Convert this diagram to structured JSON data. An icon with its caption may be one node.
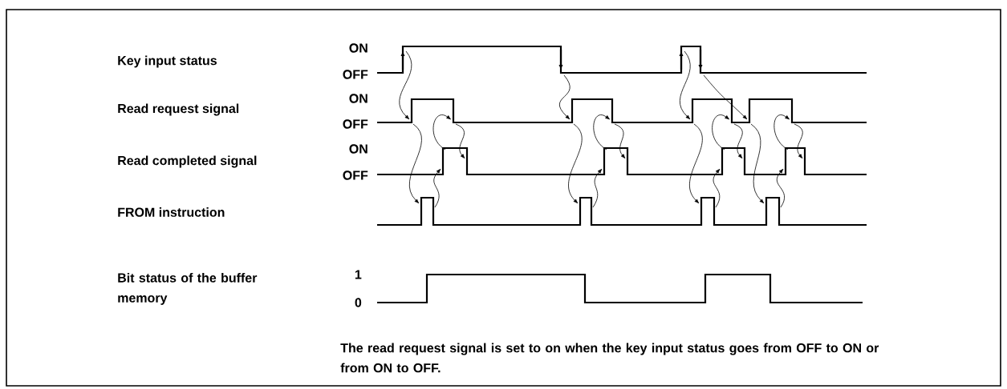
{
  "diagram": {
    "labels": [
      "ON",
      "Key input status",
      "OFF",
      "ON",
      "Read request signal",
      "OFF",
      "ON",
      "Read completed signal",
      "OFF",
      "FROM instruction",
      "1",
      "Bit status of the buffer memory",
      "0",
      "The read request signal is set to on when the key input status goes from OFF to ON or from ON to OFF."
    ]
  }
}
